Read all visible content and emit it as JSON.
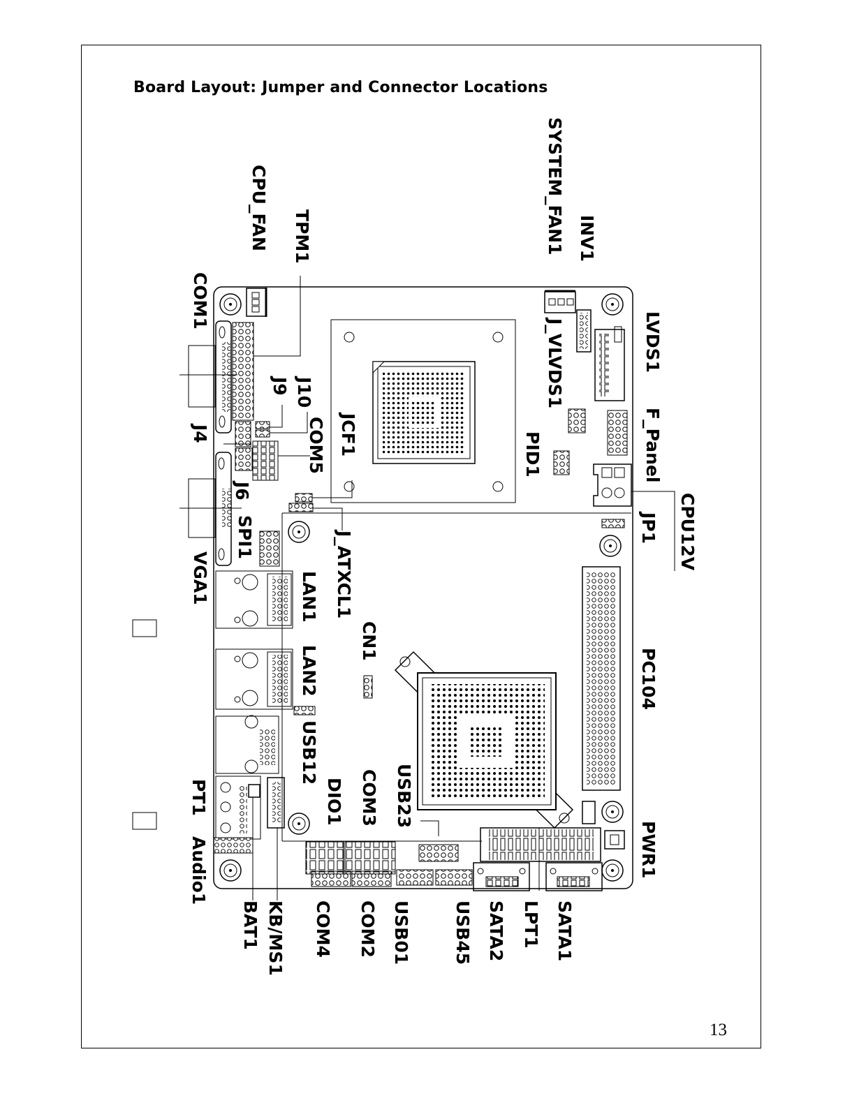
{
  "page": {
    "title": "Board Layout: Jumper and Connector Locations",
    "number": "13"
  },
  "labels": {
    "com1": "COM1",
    "cpu_fan": "CPU_FAN",
    "tpm1": "TPM1",
    "j9": "J9",
    "j10": "J10",
    "com5": "COM5",
    "j4": "J4",
    "j6": "J6",
    "spi1": "SPI1",
    "vga1": "VGA1",
    "jcf1": "JCF1",
    "j_atxcl1": "J_ATXCL1",
    "lan1": "LAN1",
    "lan2": "LAN2",
    "cn1": "CN1",
    "usb12": "USB12",
    "dio1": "DIO1",
    "com3": "COM3",
    "usb23": "USB23",
    "pt1": "PT1",
    "audio1": "Audio1",
    "bat1": "BAT1",
    "kb_ms1": "KB/MS1",
    "com4": "COM4",
    "com2": "COM2",
    "usb01": "USB01",
    "usb45": "USB45",
    "sata2": "SATA2",
    "lpt1": "LPT1",
    "sata1": "SATA1",
    "pwr1": "PWR1",
    "pc104": "PC104",
    "jp1": "JP1",
    "cpu12v": "CPU12V",
    "f_panel": "F_Panel",
    "lvds1": "LVDS1",
    "inv1": "INV1",
    "system_fan1": "SYSTEM_FAN1",
    "j_vlvds1": "J_VLVDS1",
    "pid1": "PID1"
  }
}
